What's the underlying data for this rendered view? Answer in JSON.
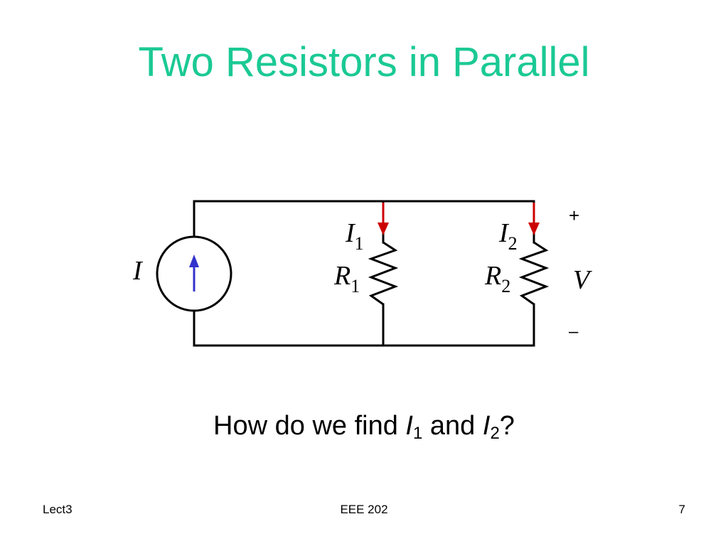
{
  "slide": {
    "title": "Two Resistors in Parallel",
    "question": {
      "prefix": "How do we find ",
      "var1": "I",
      "sub1": "1",
      "middle": " and ",
      "var2": "I",
      "sub2": "2",
      "suffix": "?"
    },
    "footer": {
      "left": "Lect3",
      "center": "EEE 202",
      "right": "7"
    }
  },
  "circuit": {
    "source_label": "I",
    "i1_label": "I",
    "i1_sub": "1",
    "r1_label": "R",
    "r1_sub": "1",
    "i2_label": "I",
    "i2_sub": "2",
    "r2_label": "R",
    "r2_sub": "2",
    "voltage_label": "V",
    "plus_sign": "+",
    "minus_sign": "–",
    "colors": {
      "wire": "#000000",
      "source_arrow": "#3333cc",
      "current_arrow": "#cc0000"
    }
  }
}
